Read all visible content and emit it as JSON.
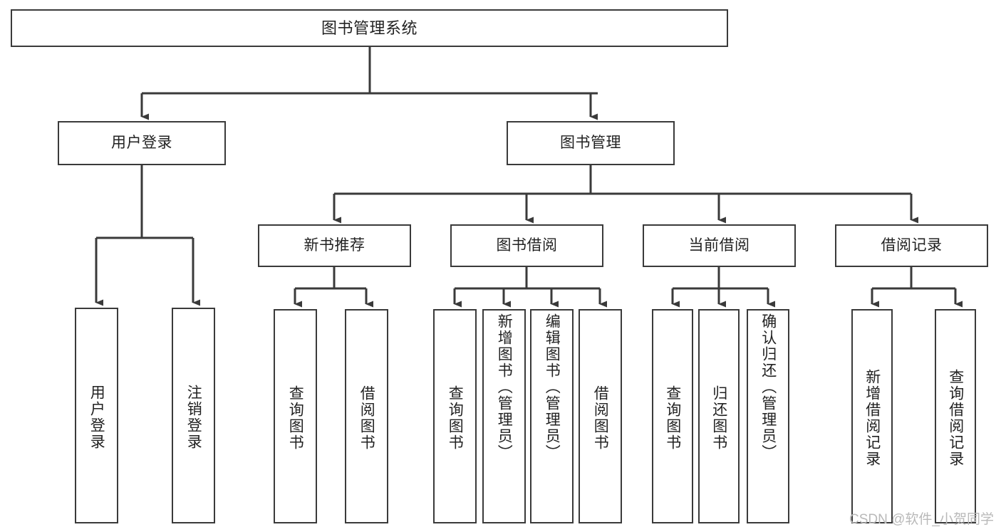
{
  "diagram": {
    "title": "图书管理系统",
    "type": "tree",
    "watermark": "CSDN @软件_小贺同学",
    "colors": {
      "box_border": "#3a3a3a",
      "box_fill": "#ffffff",
      "connector": "#3a3a3a",
      "text": "#222222",
      "watermark": "#b9b9b9",
      "background": "#ffffff"
    },
    "nodes": {
      "root": {
        "label": "图书管理系统"
      },
      "level2": [
        {
          "label": "用户登录"
        },
        {
          "label": "图书管理"
        }
      ],
      "level3": [
        {
          "label": "新书推荐"
        },
        {
          "label": "图书借阅"
        },
        {
          "label": "当前借阅"
        },
        {
          "label": "借阅记录"
        }
      ],
      "leaves_user_login": [
        {
          "label": "用户登录"
        },
        {
          "label": "注销登录"
        }
      ],
      "leaves_new_book": [
        {
          "label": "查询图书"
        },
        {
          "label": "借阅图书"
        }
      ],
      "leaves_borrow": [
        {
          "label": "查询图书"
        },
        {
          "label": "新增图书（管理员）"
        },
        {
          "label": "编辑图书（管理员）"
        },
        {
          "label": "借阅图书"
        }
      ],
      "leaves_current": [
        {
          "label": "查询图书"
        },
        {
          "label": "归还图书"
        },
        {
          "label": "确认归还（管理员）"
        }
      ],
      "leaves_records": [
        {
          "label": "新增借阅记录"
        },
        {
          "label": "查询借阅记录"
        }
      ]
    }
  }
}
